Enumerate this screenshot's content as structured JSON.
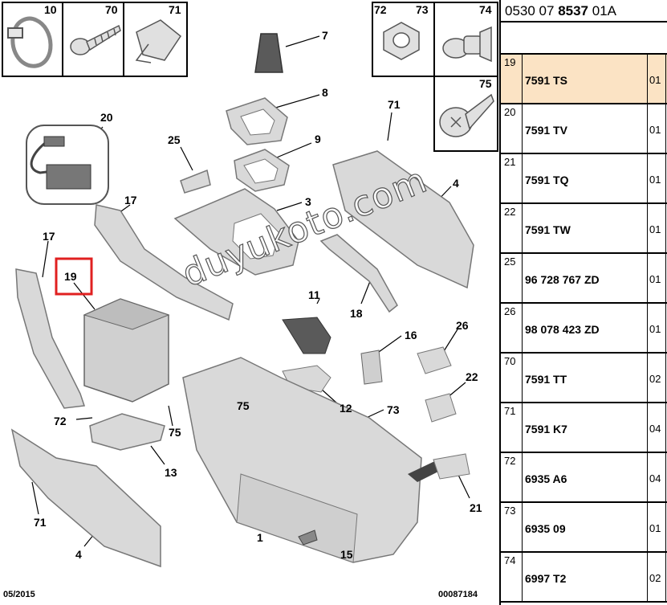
{
  "diagram": {
    "date_code": "05/2015",
    "drawing_number": "00087184",
    "watermark": "duyukoto.com",
    "callouts": {
      "c10": "10",
      "c70": "70",
      "c71a": "71",
      "c72a": "72",
      "c73a": "73",
      "c74": "74",
      "c75a": "75",
      "c7": "7",
      "c8": "8",
      "c9": "9",
      "c3": "3",
      "c4a": "4",
      "c71b": "71",
      "c20": "20",
      "c25": "25",
      "c17a": "17",
      "c17b": "17",
      "c19": "19",
      "c11": "11",
      "c16": "16",
      "c26": "26",
      "c18": "18",
      "c22": "22",
      "c75b": "75",
      "c75c": "75",
      "c72b": "72",
      "c12": "12",
      "c73b": "73",
      "c13": "13",
      "c71c": "71",
      "c4b": "4",
      "c1": "1",
      "c21": "21",
      "c15": "15"
    },
    "highlighted_callout": "19",
    "colors": {
      "highlight_box": "#e02020",
      "part_fill": "#d9d9d9",
      "part_stroke": "#8a8a8a"
    }
  },
  "parts_table": {
    "reference": {
      "prefix": "0530 07 ",
      "bold": "8537",
      "suffix": " 01A"
    },
    "rows": [
      {
        "no": "19",
        "ref": "7591 TS",
        "qty": "01",
        "highlighted": true
      },
      {
        "no": "20",
        "ref": "7591 TV",
        "qty": "01",
        "highlighted": false
      },
      {
        "no": "21",
        "ref": "7591 TQ",
        "qty": "01",
        "highlighted": false
      },
      {
        "no": "22",
        "ref": "7591 TW",
        "qty": "01",
        "highlighted": false
      },
      {
        "no": "25",
        "ref": "96 728 767 ZD",
        "qty": "01",
        "highlighted": false
      },
      {
        "no": "26",
        "ref": "98 078 423 ZD",
        "qty": "01",
        "highlighted": false
      },
      {
        "no": "70",
        "ref": "7591 TT",
        "qty": "02",
        "highlighted": false
      },
      {
        "no": "71",
        "ref": "7591 K7",
        "qty": "04",
        "highlighted": false
      },
      {
        "no": "72",
        "ref": "6935 A6",
        "qty": "04",
        "highlighted": false
      },
      {
        "no": "73",
        "ref": "6935 09",
        "qty": "01",
        "highlighted": false
      },
      {
        "no": "74",
        "ref": "6997 T2",
        "qty": "02",
        "highlighted": false
      }
    ],
    "colors": {
      "highlight_row": "#fbe3c4"
    }
  }
}
